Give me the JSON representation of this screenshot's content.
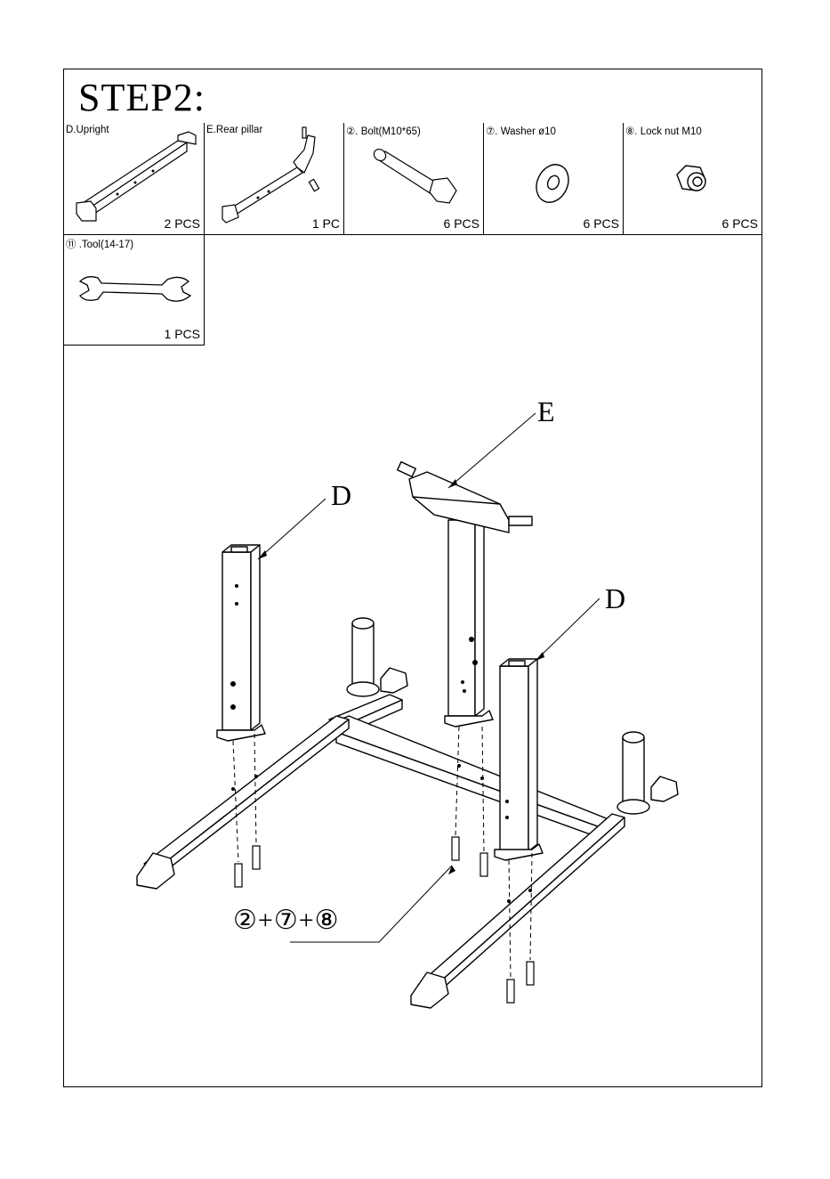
{
  "page": {
    "title": "STEP2:"
  },
  "parts": [
    {
      "id": "D",
      "name": "D.Upright",
      "qty": "2 PCS",
      "icon": "upright-tube-icon"
    },
    {
      "id": "E",
      "name": "E.Rear pillar",
      "qty": "1 PC",
      "icon": "rear-pillar-icon"
    },
    {
      "id": "2",
      "name": "②. Bolt(M10*65)",
      "qty": "6 PCS",
      "icon": "bolt-icon"
    },
    {
      "id": "7",
      "name": "⑦. Washer ø10",
      "qty": "6 PCS",
      "icon": "washer-icon"
    },
    {
      "id": "8",
      "name": "⑧. Lock nut M10",
      "qty": "6 PCS",
      "icon": "lock-nut-icon"
    },
    {
      "id": "11",
      "name": "⑪ .Tool(14-17)",
      "qty": "1 PCS",
      "icon": "wrench-icon"
    }
  ],
  "diagram": {
    "callouts": {
      "e": "E",
      "d_left": "D",
      "d_right": "D"
    },
    "fastener_label": "②+⑦+⑧"
  }
}
